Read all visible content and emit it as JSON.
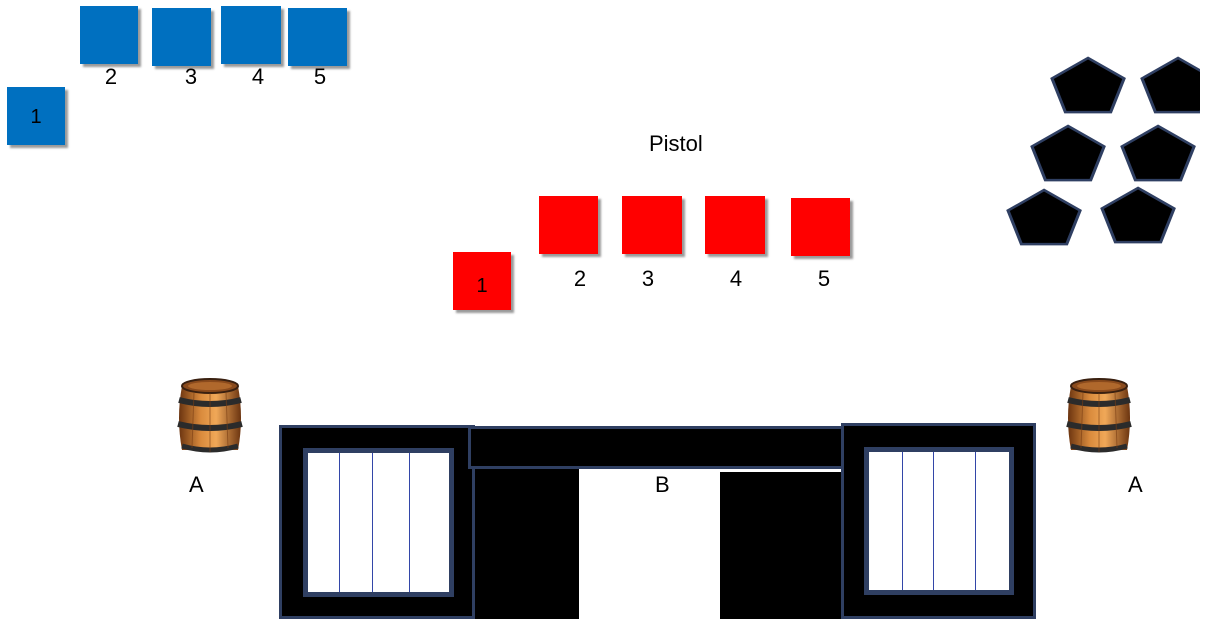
{
  "blue_targets": [
    "1",
    "2",
    "3",
    "4",
    "5"
  ],
  "pistol": {
    "title": "Pistol",
    "targets": [
      "1",
      "2",
      "3",
      "4",
      "5"
    ]
  },
  "barricade": {
    "left_barrel_label": "A",
    "center_label": "B",
    "right_barrel_label": "A"
  },
  "steel_targets": {
    "count": 6,
    "shape": "pentagon"
  },
  "colors": {
    "blue_target": "#0070c0",
    "red_target": "#ff0000",
    "steel": "#000000",
    "outline": "#2f3f62"
  },
  "icons": [
    "barrel-icon",
    "pentagon-steel-icon"
  ]
}
